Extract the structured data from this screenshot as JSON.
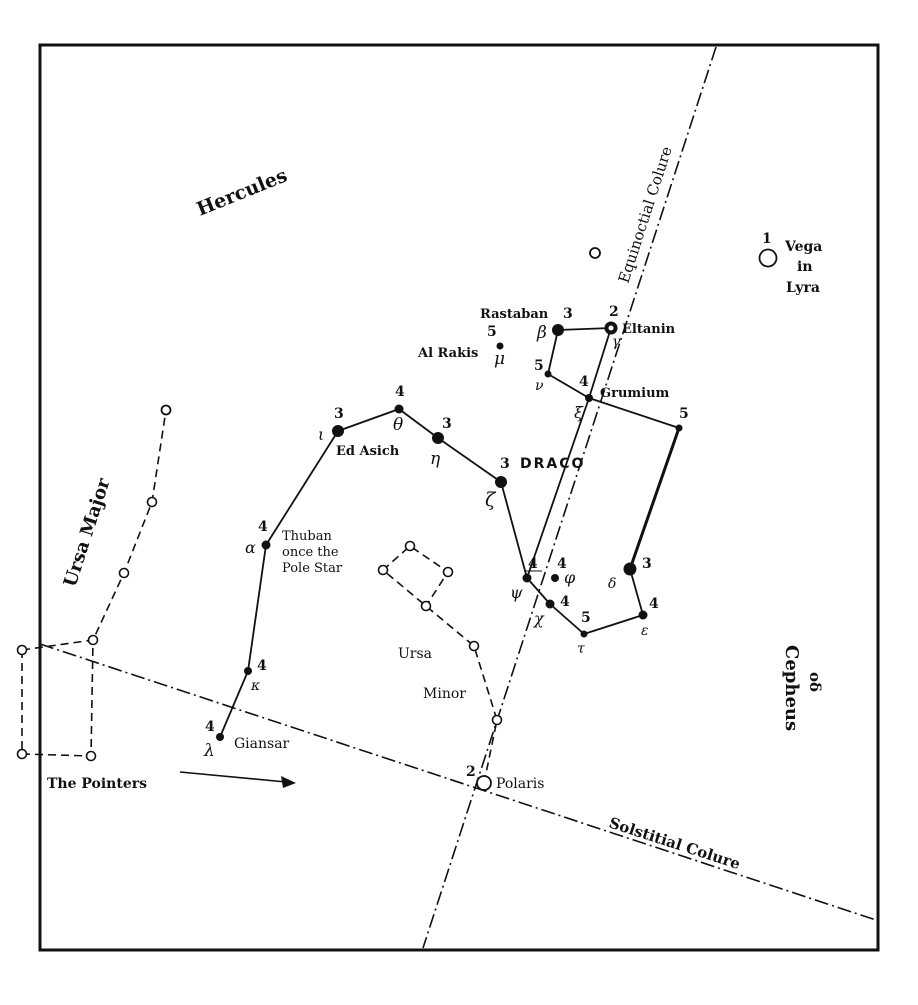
{
  "constellation_labels": {
    "hercules": "Hercules",
    "ursa_major": "Ursa Major",
    "draco": "DRACO",
    "ursa": "Ursa",
    "minor": "Minor",
    "cepheus": "Cepheus",
    "cepheus_symbol": "oδ"
  },
  "colure_labels": {
    "equinoctial": "Equinoctial Colure",
    "solstitial": "Solstitial Colure"
  },
  "pointers_label": "The Pointers",
  "vega": {
    "magnitude": "1",
    "line1": "Vega",
    "line2": "in",
    "line3": "Lyra"
  },
  "stars": {
    "rastaban": {
      "name": "Rastaban",
      "magnitude": "3",
      "greek": "β"
    },
    "eltanin": {
      "name": "Eltanin",
      "magnitude": "2",
      "greek": "γ"
    },
    "al_rakis": {
      "name": "Al Rakis",
      "magnitude": "5",
      "greek": "μ"
    },
    "nu": {
      "magnitude": "5",
      "greek": "ν"
    },
    "grumium": {
      "name": "Grumium",
      "magnitude": "4",
      "greek": "ξ"
    },
    "five_right": {
      "magnitude": "5"
    },
    "ed_asich": {
      "name": "Ed Asich",
      "magnitude": "3",
      "greek": "ι"
    },
    "theta": {
      "magnitude": "4",
      "greek": "θ"
    },
    "eta": {
      "magnitude": "3",
      "greek": "η"
    },
    "zeta": {
      "magnitude": "3",
      "greek": "ζ"
    },
    "thuban": {
      "name_line1": "Thuban",
      "name_line2": "once the",
      "name_line3": "Pole Star",
      "magnitude": "4",
      "greek": "α"
    },
    "psi": {
      "magnitude": "4",
      "greek": "ψ"
    },
    "phi": {
      "magnitude": "4",
      "greek": "φ"
    },
    "chi": {
      "magnitude": "4",
      "greek": "χ"
    },
    "tau": {
      "magnitude": "5",
      "greek": "τ"
    },
    "delta": {
      "magnitude": "3",
      "greek": "δ"
    },
    "epsilon": {
      "magnitude": "4",
      "greek": "ε"
    },
    "kappa": {
      "magnitude": "4",
      "greek": "κ"
    },
    "giansar": {
      "name": "Giansar",
      "magnitude": "4",
      "greek": "λ"
    },
    "polaris": {
      "name": "Polaris",
      "magnitude": "2"
    }
  }
}
